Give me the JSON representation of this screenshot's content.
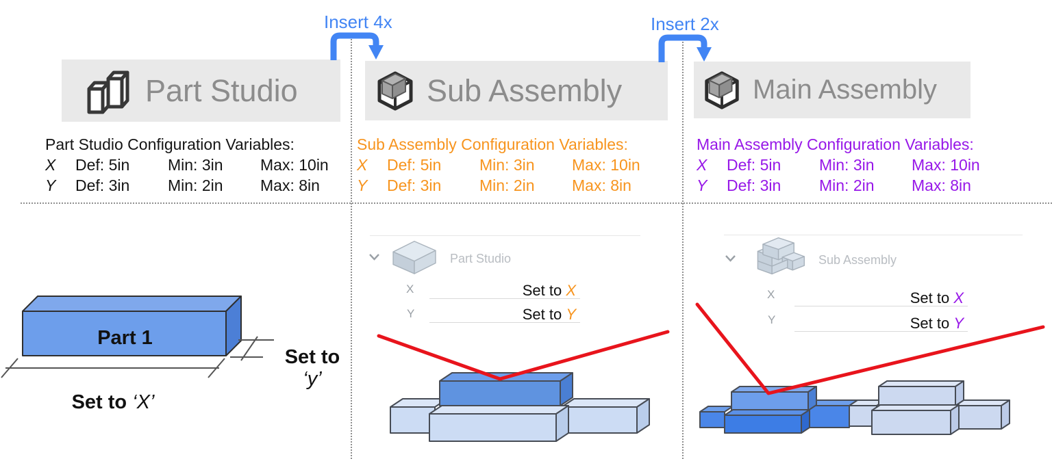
{
  "arrows": {
    "insert_left_label": "Insert 4x",
    "insert_right_label": "Insert 2x"
  },
  "banners": {
    "part_studio": "Part Studio",
    "sub_assembly": "Sub Assembly",
    "main_assembly": "Main Assembly"
  },
  "config_blocks": {
    "part_studio": {
      "title": "Part Studio Configuration Variables:",
      "rows": [
        {
          "var": "X",
          "def": "Def: 5in",
          "min": "Min: 3in",
          "max": "Max: 10in"
        },
        {
          "var": "Y",
          "def": "Def: 3in",
          "min": "Min: 2in",
          "max": "Max: 8in"
        }
      ]
    },
    "sub_assembly": {
      "title": "Sub Assembly Configuration Variables:",
      "rows": [
        {
          "var": "X",
          "def": "Def: 5in",
          "min": "Min: 3in",
          "max": "Max: 10in"
        },
        {
          "var": "Y",
          "def": "Def: 3in",
          "min": "Min: 2in",
          "max": "Max: 8in"
        }
      ]
    },
    "main_assembly": {
      "title": "Main Assembly Configuration Variables:",
      "rows": [
        {
          "var": "X",
          "def": "Def: 5in",
          "min": "Min: 3in",
          "max": "Max: 10in"
        },
        {
          "var": "Y",
          "def": "Def: 3in",
          "min": "Min: 2in",
          "max": "Max: 8in"
        }
      ]
    }
  },
  "part_diagram": {
    "part_label": "Part 1",
    "width_label_prefix": "Set to ",
    "width_var": "‘X’",
    "height_label_prefix": "Set to",
    "height_var": "‘y’"
  },
  "sub_panel": {
    "tree_label": "Part Studio",
    "x_label": "X",
    "y_label": "Y",
    "x_value_prefix": "Set to ",
    "x_value_var": "X",
    "y_value_prefix": "Set to ",
    "y_value_var": "Y"
  },
  "main_panel": {
    "tree_label": "Sub Assembly",
    "x_label": "X",
    "y_label": "Y",
    "x_value_prefix": "Set to ",
    "x_value_var": "X",
    "y_value_prefix": "Set to ",
    "y_value_var": "Y"
  },
  "icons": {
    "part_studio_banner": "extruded-prisms-icon",
    "assembly_banner": "cube-assembly-icon",
    "tree_toggle": "chevron-down-icon"
  },
  "colors": {
    "accent_blue": "#4285F4",
    "orange": "#F7941E",
    "purple": "#9717E8",
    "red": "#E8141C",
    "banner_bg": "#E9E9E9",
    "banner_text": "#8C8C8C",
    "part_blue": "#6D9EEB",
    "light_box_blue": "#CCDCF4",
    "dark_box_blue": "#4A86E8"
  }
}
